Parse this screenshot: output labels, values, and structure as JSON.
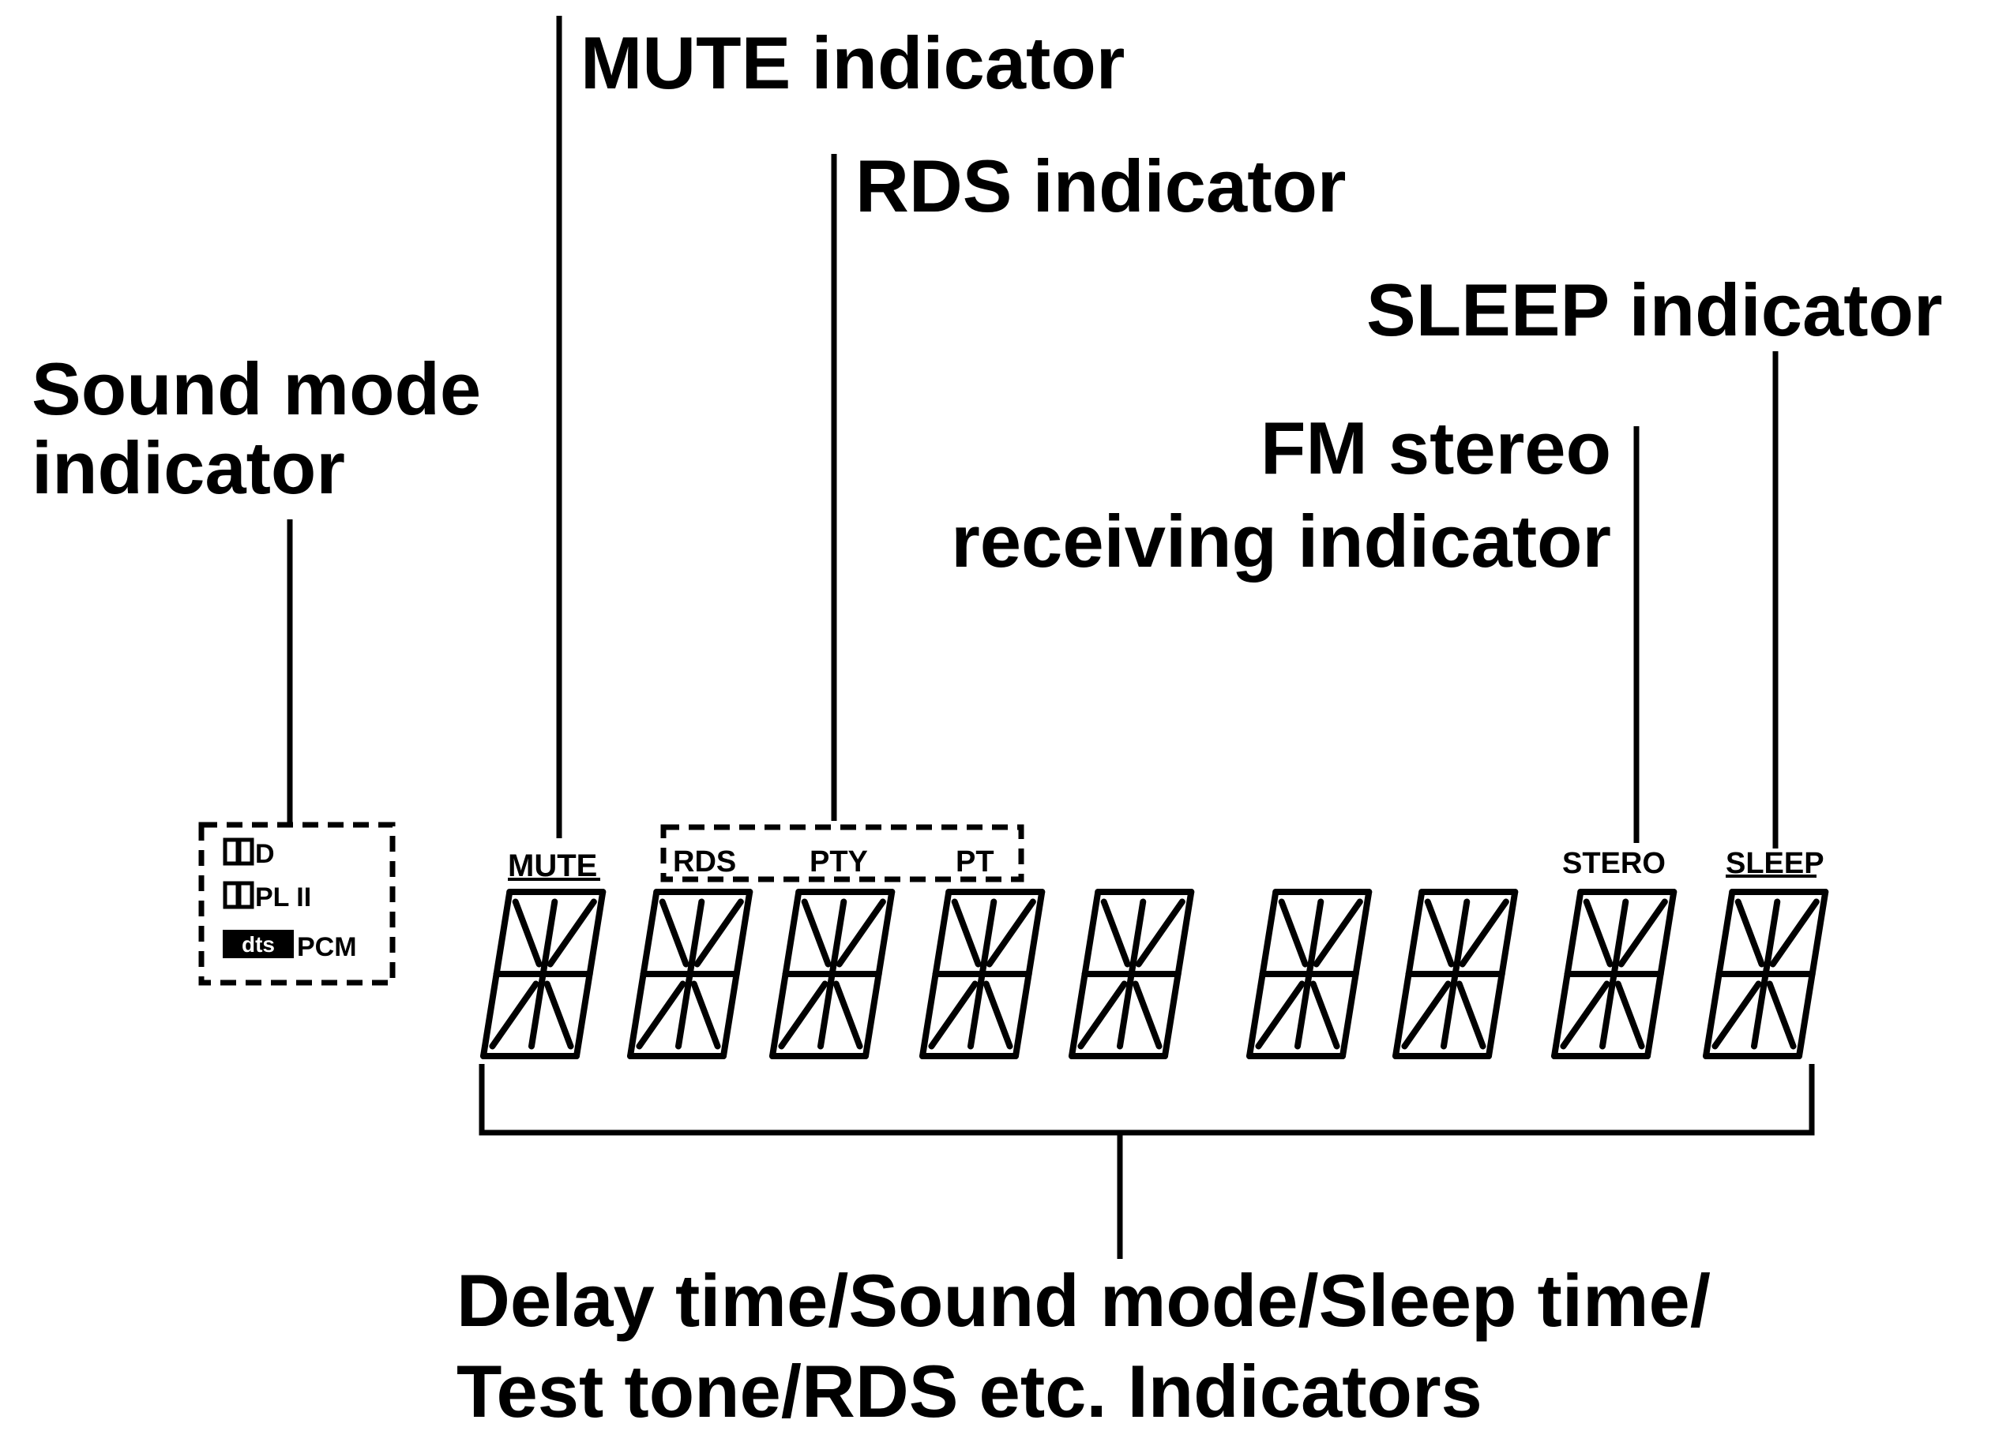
{
  "callouts": {
    "mute": "MUTE indicator",
    "rds": "RDS indicator",
    "sleep": "SLEEP indicator",
    "sound_mode": [
      "Sound mode",
      "indicator"
    ],
    "fm_stereo": [
      "FM stereo",
      "receiving indicator"
    ],
    "bottom": [
      "Delay time/Sound mode/Sleep time/",
      "Test tone/RDS etc. Indicators"
    ]
  },
  "display": {
    "sound_mode_items": [
      "D",
      "PL II",
      "PCM"
    ],
    "dts_logo": "dts",
    "mute": "MUTE",
    "rds": "RDS",
    "pty": "PTY",
    "pt": "PT",
    "stereo": "STERO",
    "sleep": "SLEEP",
    "digit_count": 9
  }
}
